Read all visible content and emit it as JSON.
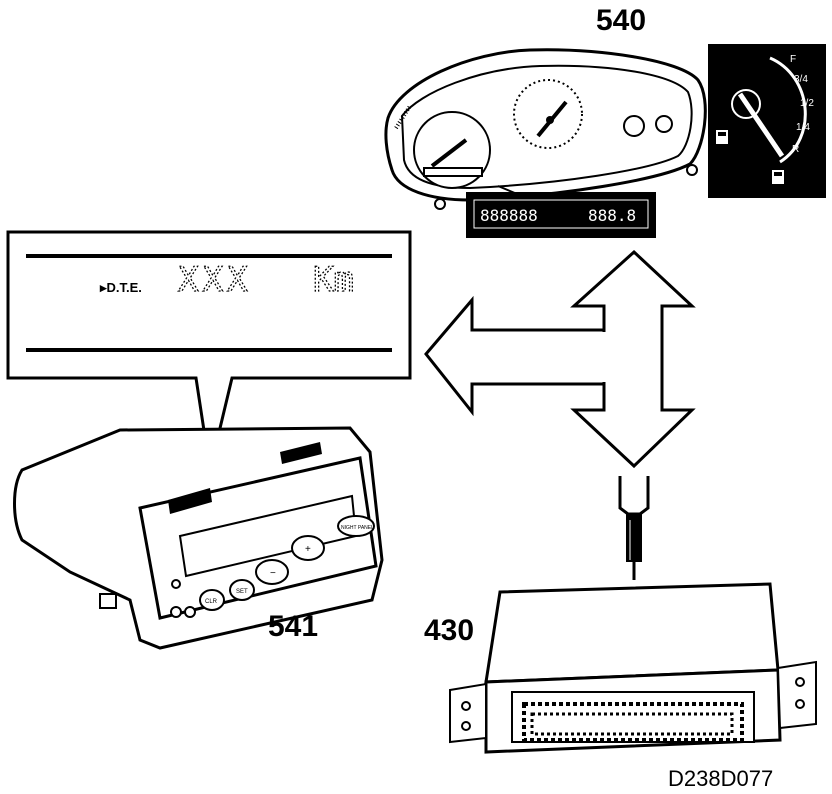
{
  "labels": {
    "instrument_cluster": "540",
    "info_display": "541",
    "ecu": "430",
    "drawing_ref": "D238D077"
  },
  "display_callout": {
    "dte_label": "▸D.T.E.",
    "value": "XXX",
    "unit": "Km"
  },
  "fuel_gauge": {
    "mark_f": "F",
    "mark_3_4": "3/4",
    "mark_1_2": "1/2",
    "mark_1_4": "1/4",
    "mark_r": "R"
  },
  "cluster_lcd": {
    "odometer": "888888",
    "trip": "888.8"
  },
  "sid_buttons": {
    "clr": "CLR",
    "set": "SET",
    "minus": "−",
    "plus": "+",
    "night_panel": "NIGHT PANEL"
  }
}
